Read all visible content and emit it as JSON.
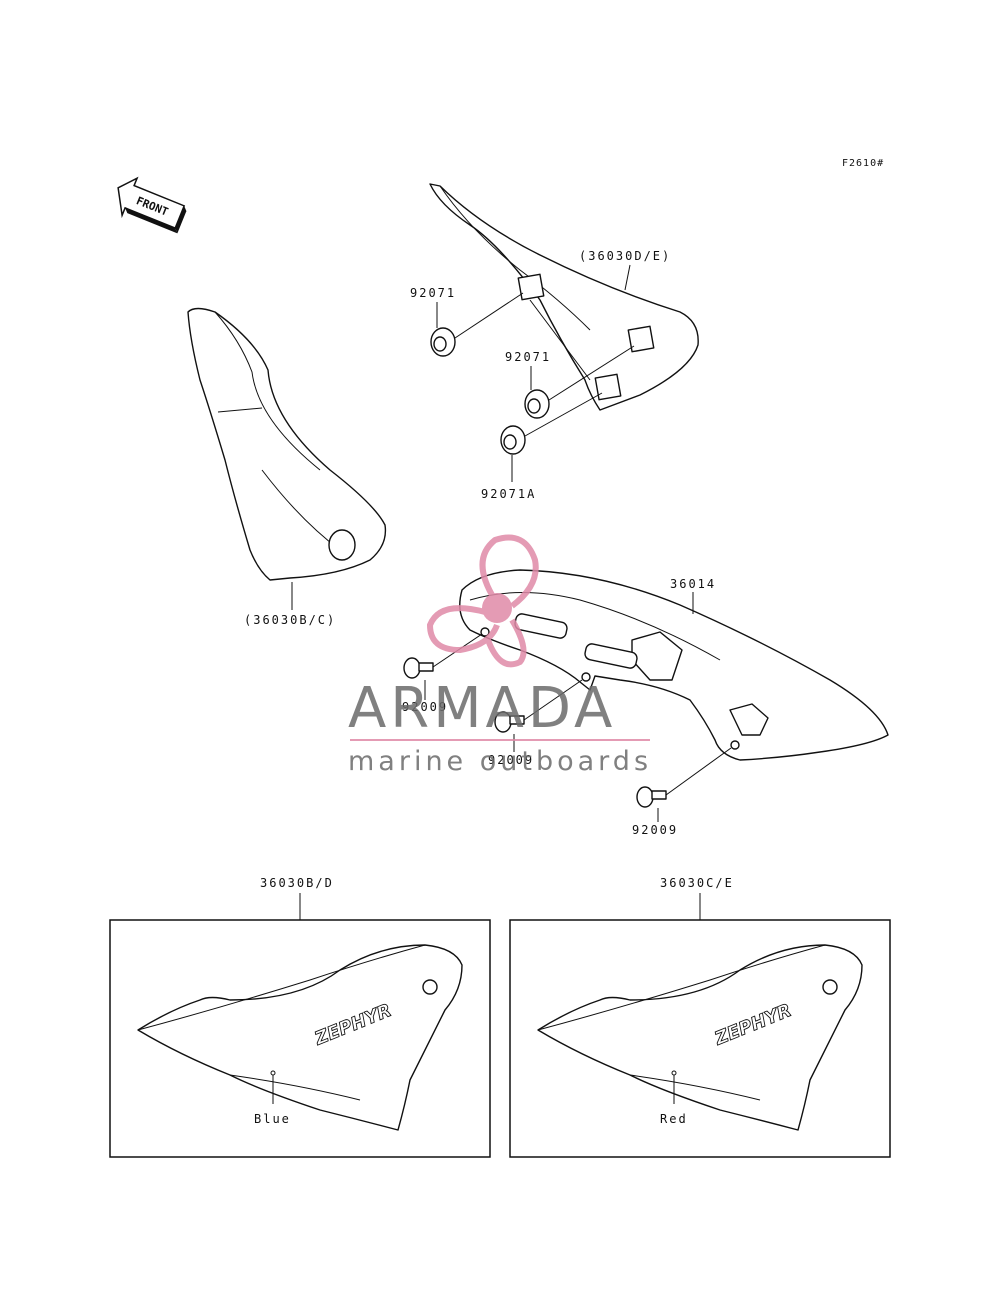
{
  "figure_code": "F2610#",
  "front_label": "FRONT",
  "callouts": {
    "grommet_top": "92071",
    "grommet_mid": "92071",
    "grommet_a": "92071A",
    "cover_right": "(36030D/E)",
    "cover_left": "(36030B/C)",
    "chain_cover": "36014",
    "bolt_left": "92009",
    "bolt_mid": "92009",
    "bolt_right": "92009"
  },
  "variants": [
    {
      "part": "36030B/D",
      "color_label": "Blue",
      "logo": "ZEPHYR"
    },
    {
      "part": "36030C/E",
      "color_label": "Red",
      "logo": "ZEPHYR"
    }
  ],
  "watermark": {
    "brand": "ARMADA",
    "tagline": "marine outboards",
    "colors": {
      "logo_pink": "#e08aa8",
      "text_gray": "#6b6b6b"
    }
  }
}
